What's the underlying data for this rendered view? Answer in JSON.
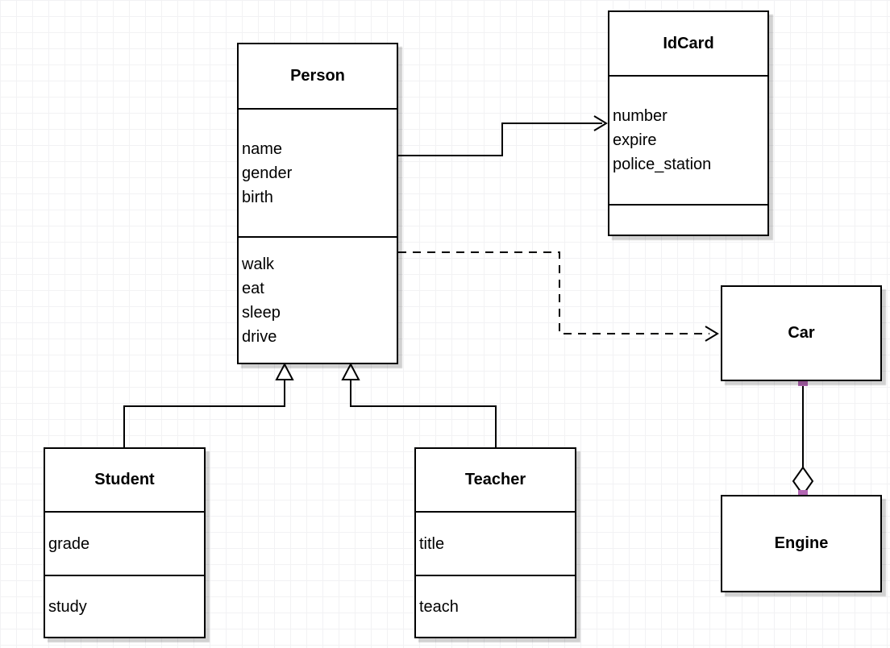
{
  "diagram_type": "uml-class-diagram",
  "classes": {
    "person": {
      "title": "Person",
      "attributes": [
        "name",
        "gender",
        "birth"
      ],
      "methods": [
        "walk",
        "eat",
        "sleep",
        "drive"
      ]
    },
    "idcard": {
      "title": "IdCard",
      "attributes": [
        "number",
        "expire",
        "police_station"
      ],
      "methods": []
    },
    "student": {
      "title": "Student",
      "attributes": [
        "grade"
      ],
      "methods": [
        "study"
      ]
    },
    "teacher": {
      "title": "Teacher",
      "attributes": [
        "title"
      ],
      "methods": [
        "teach"
      ]
    },
    "car": {
      "title": "Car",
      "attributes": [],
      "methods": []
    },
    "engine": {
      "title": "Engine",
      "attributes": [],
      "methods": []
    }
  },
  "relationships": [
    {
      "type": "association",
      "from": "Person",
      "to": "IdCard",
      "line": "solid",
      "marker": "open-arrow"
    },
    {
      "type": "dependency",
      "from": "Person",
      "to": "Car",
      "line": "dashed",
      "marker": "open-arrow"
    },
    {
      "type": "generalization",
      "from": "Student",
      "to": "Person",
      "line": "solid",
      "marker": "hollow-triangle"
    },
    {
      "type": "generalization",
      "from": "Teacher",
      "to": "Person",
      "line": "solid",
      "marker": "hollow-triangle"
    },
    {
      "type": "aggregation",
      "from": "Car",
      "to": "Engine",
      "line": "solid",
      "marker": "hollow-diamond"
    }
  ],
  "colors": {
    "stroke": "#000000",
    "shape_fill": "#ffffff",
    "connection_point": "#b266b2",
    "grid": "#f2f2f4",
    "shadow": "rgba(0,0,0,0.18)"
  }
}
